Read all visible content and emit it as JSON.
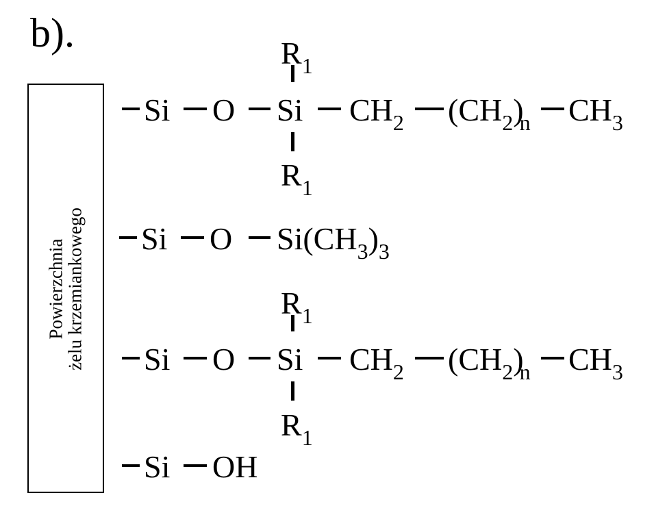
{
  "panel_label": "b).",
  "surface_label": {
    "line1": "Powierzchnia",
    "line2": "żelu krzemiankowego"
  },
  "atoms": {
    "Si": "Si",
    "O": "O",
    "OH": "OH",
    "R": "R",
    "R_sub": "1",
    "CH": "CH",
    "CH_sub": "2",
    "open_paren": "(",
    "close_paren": ")",
    "n": "n",
    "CH3": "CH",
    "CH3_sub": "3",
    "tms_group": "Si(CH",
    "tms_sub1": "3",
    "tms_sub2": "3"
  }
}
